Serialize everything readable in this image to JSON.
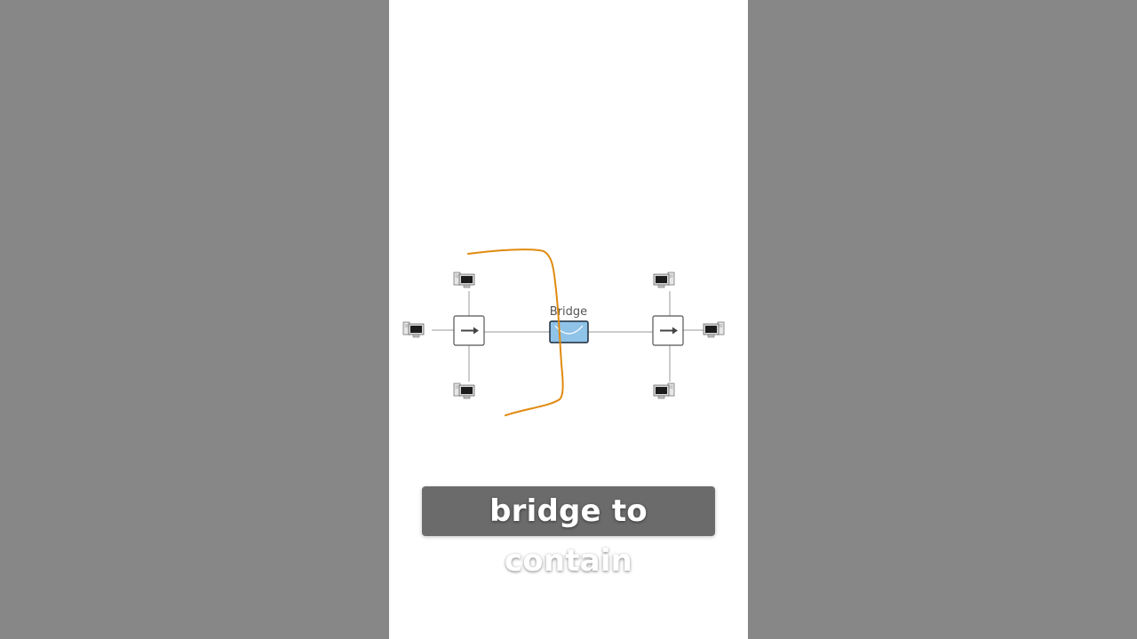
{
  "diagram": {
    "bridge_label": "Bridge",
    "nodes": [
      {
        "id": "pc-left-top",
        "kind": "computer",
        "icon": "desktop-computer-icon"
      },
      {
        "id": "pc-left-left",
        "kind": "computer",
        "icon": "desktop-computer-icon"
      },
      {
        "id": "pc-left-bottom",
        "kind": "computer",
        "icon": "desktop-computer-icon"
      },
      {
        "id": "switch-left",
        "kind": "switch",
        "icon": "arrow-right-icon"
      },
      {
        "id": "bridge",
        "kind": "bridge",
        "icon": "bridge-icon"
      },
      {
        "id": "switch-right",
        "kind": "switch",
        "icon": "arrow-right-icon"
      },
      {
        "id": "pc-right-top",
        "kind": "computer",
        "icon": "desktop-computer-icon"
      },
      {
        "id": "pc-right-right",
        "kind": "computer",
        "icon": "desktop-computer-icon"
      },
      {
        "id": "pc-right-bottom",
        "kind": "computer",
        "icon": "desktop-computer-icon"
      }
    ],
    "links": [
      [
        "pc-left-top",
        "switch-left"
      ],
      [
        "pc-left-left",
        "switch-left"
      ],
      [
        "pc-left-bottom",
        "switch-left"
      ],
      [
        "switch-left",
        "bridge"
      ],
      [
        "bridge",
        "switch-right"
      ],
      [
        "switch-right",
        "pc-right-top"
      ],
      [
        "switch-right",
        "pc-right-right"
      ],
      [
        "switch-right",
        "pc-right-bottom"
      ]
    ],
    "colors": {
      "bridge_fill": "#8fc3e8",
      "annotation_stroke": "#e08a10",
      "link_stroke": "#9a9a9a"
    }
  },
  "caption": {
    "text": "bridge to contain"
  },
  "colors": {
    "side_background": "#878787",
    "frame_background": "#ffffff",
    "caption_background": "#6b6b6b"
  }
}
